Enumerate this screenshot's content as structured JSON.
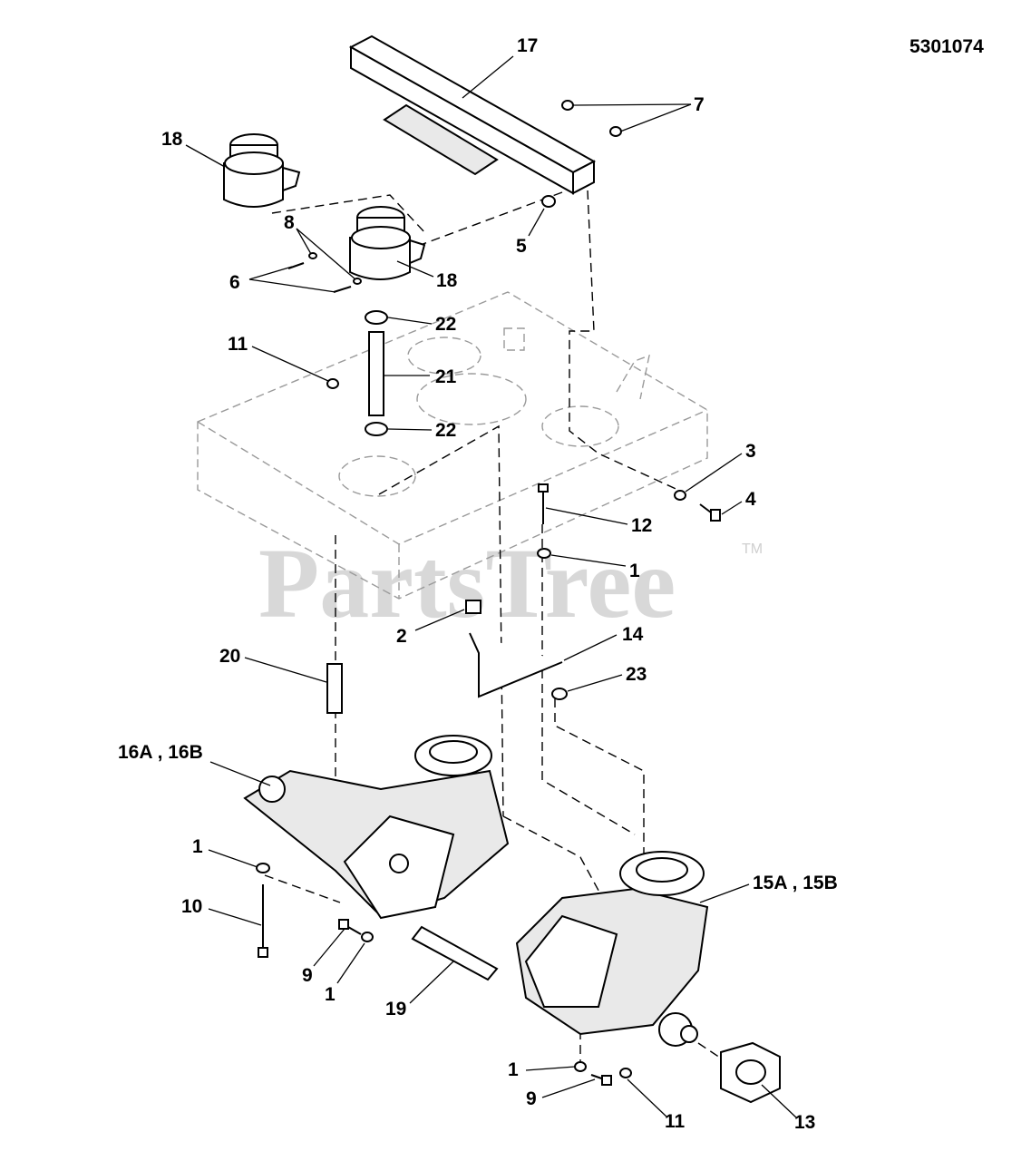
{
  "document_number": "5301074",
  "watermark": {
    "text": "PartsTree",
    "trademark": "TM"
  },
  "callouts": {
    "c17": "17",
    "c7": "7",
    "c18_top": "18",
    "c18_mid": "18",
    "c8": "8",
    "c5": "5",
    "c6": "6",
    "c22_top": "22",
    "c11_top": "11",
    "c21": "21",
    "c22_bot": "22",
    "c3": "3",
    "c4": "4",
    "c12": "12",
    "c1_a": "1",
    "c2": "2",
    "c14": "14",
    "c20": "20",
    "c23": "23",
    "c16": "16A , 16B",
    "c1_b": "1",
    "c10": "10",
    "c15": "15A , 15B",
    "c9_a": "9",
    "c1_c": "1",
    "c19": "19",
    "c1_d": "1",
    "c9_b": "9",
    "c11_bot": "11",
    "c13": "13"
  }
}
